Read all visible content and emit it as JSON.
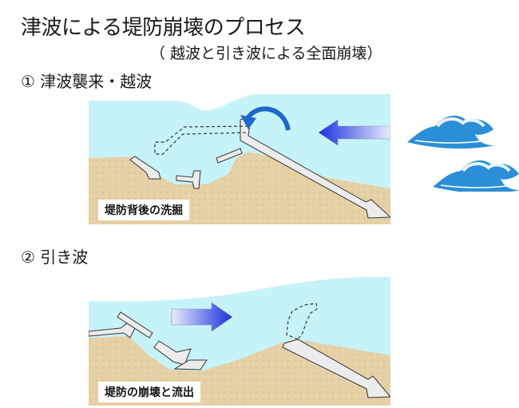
{
  "title": "津波による堤防崩壊のプロセス",
  "subtitle": "（ 越波と引き波による全面崩壊）",
  "steps": [
    {
      "heading": "① 津波襲来・越波",
      "caption": "堤防背後の洗掘",
      "arrow_direction": "left",
      "has_overtopping_arrow": true
    },
    {
      "heading": "② 引き波",
      "caption": "堤防の崩壊と流出",
      "arrow_direction": "right",
      "has_overtopping_arrow": false
    }
  ],
  "icons": {
    "tsunami_waves": "tsunami-wave-icon",
    "overtopping_arrow": "curved-arrow-icon",
    "flow_arrow": "block-arrow-icon"
  },
  "colors": {
    "water": "#c6f3f7",
    "sand": "#e5cfa5",
    "sand_dark": "#d6bb8a",
    "levee": "#ececec",
    "arrow_blue": "#1f3fe0",
    "curved_arrow": "#1f67c9",
    "wave_blue": "#2a8fd6"
  }
}
